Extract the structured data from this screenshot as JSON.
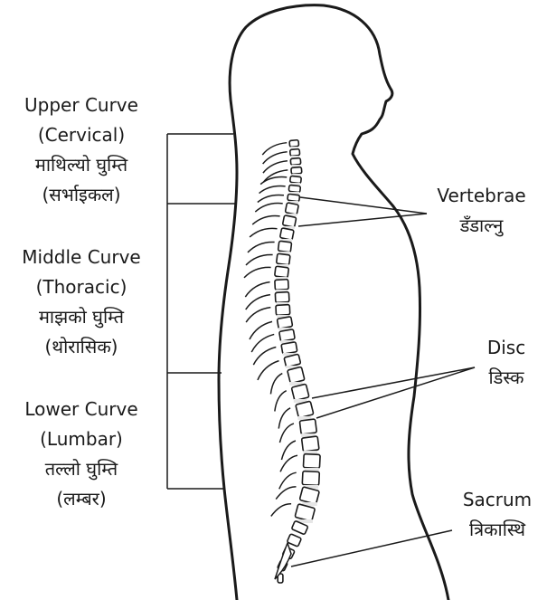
{
  "diagram": {
    "regions": [
      {
        "name_en": "Upper Curve",
        "sub_en": "(Cervical)",
        "name_ne": "माथिल्यो घुम्ति",
        "sub_ne": "(सर्भाइकल)"
      },
      {
        "name_en": "Middle Curve",
        "sub_en": "(Thoracic)",
        "name_ne": "माझको घुम्ति",
        "sub_ne": "(थोरासिक)"
      },
      {
        "name_en": "Lower Curve",
        "sub_en": "(Lumbar)",
        "name_ne": "तल्लो घुम्ति",
        "sub_ne": "(लम्बर)"
      }
    ],
    "parts": [
      {
        "name_en": "Vertebrae",
        "name_ne": "डँडाल्नु"
      },
      {
        "name_en": "Disc",
        "name_ne": "डिस्क"
      },
      {
        "name_en": "Sacrum",
        "name_ne": "त्रिकास्थि"
      }
    ],
    "colors": {
      "ink": "#1a1a1a",
      "background": "#ffffff",
      "disc": "#e6e6e6"
    }
  }
}
